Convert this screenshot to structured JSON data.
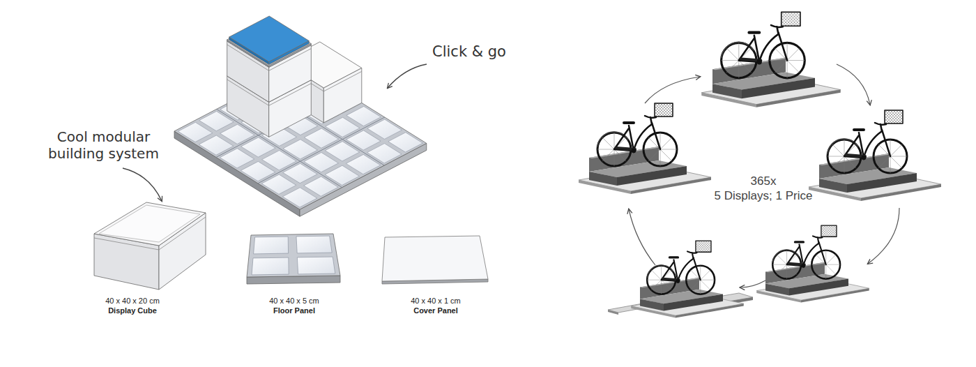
{
  "diagram": {
    "nodes": [
      {
        "text": [
          "40 x 40 x 20 cm",
          "Display Cube"
        ]
      },
      {
        "text": [
          "40 x 40 x 5 cm",
          "Floor Panel"
        ]
      },
      {
        "text": [
          "40 x 40 x 1 cm",
          "Cover Panel"
        ]
      }
    ],
    "labels": [
      "Click & go",
      "Cool modular building system",
      "365x",
      "5 Displays; 1 Price"
    ]
  }
}
